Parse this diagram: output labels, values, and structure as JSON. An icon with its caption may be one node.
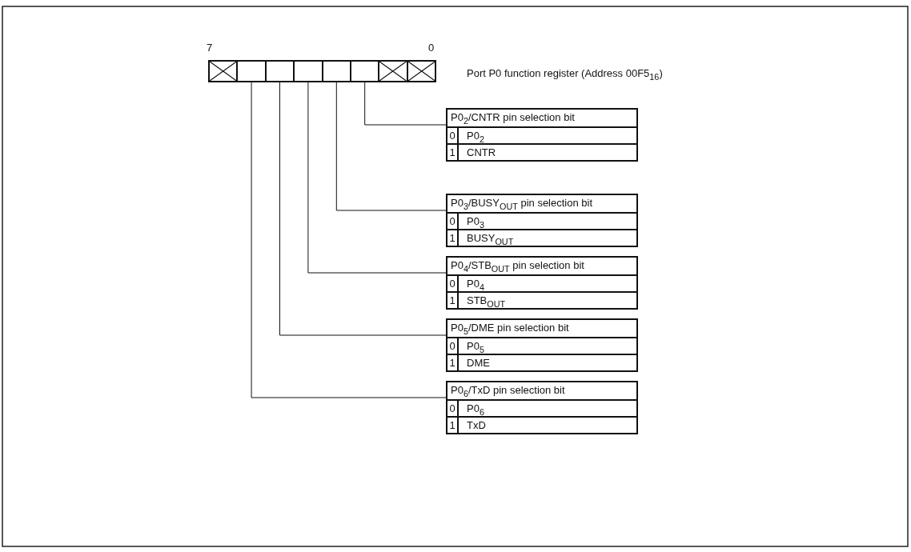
{
  "diagram": {
    "nodes": [
      {
        "text": [],
        "shape": "box"
      },
      {
        "text": [],
        "shape": "box"
      },
      {
        "text": [],
        "shape": "box"
      },
      {
        "text": [],
        "shape": "box"
      },
      {
        "text": [],
        "shape": "box"
      },
      {
        "text": [],
        "shape": "box"
      },
      {
        "text": [],
        "shape": "box"
      },
      {
        "text": [],
        "shape": "box"
      },
      {
        "text": [
          "P0$_{2}$/CNTR pin selection bit",
          "0",
          "P0$_{2}$",
          "1",
          "CNTR"
        ]
      },
      {
        "text": [
          "P0$_{3}$/BUSY$_{OUT}$ pin selection bit",
          "0",
          "P0$_{3}$",
          "1",
          "BUSY$_{OUT}$"
        ]
      },
      {
        "text": [
          "P0$_{4}$/STB$_{OUT}$ pin selection bit",
          "0",
          "P0$_{4}$",
          "1",
          "STB$_{OUT}$"
        ]
      },
      {
        "text": [
          "P0$_{5}$/DME pin selection bit",
          "0",
          "P0$_{5}$",
          "1",
          "DME"
        ]
      },
      {
        "text": [
          "P0$_{6}$/TxD pin selection bit",
          "0",
          "P0$_{6}$",
          "1",
          "TxD"
        ]
      }
    ],
    "edges": [
      {
        "from": 5,
        "to": 8,
        "arrow": "none"
      },
      {
        "from": 4,
        "to": 9,
        "arrow": "none"
      },
      {
        "from": 3,
        "to": 10,
        "arrow": "none"
      },
      {
        "from": 2,
        "to": 11,
        "arrow": "none"
      },
      {
        "from": 1,
        "to": 12,
        "arrow": "none"
      }
    ],
    "labels": [
      "7",
      "0",
      "Port P0 function register (Address 00F5$_{16}$)"
    ]
  }
}
